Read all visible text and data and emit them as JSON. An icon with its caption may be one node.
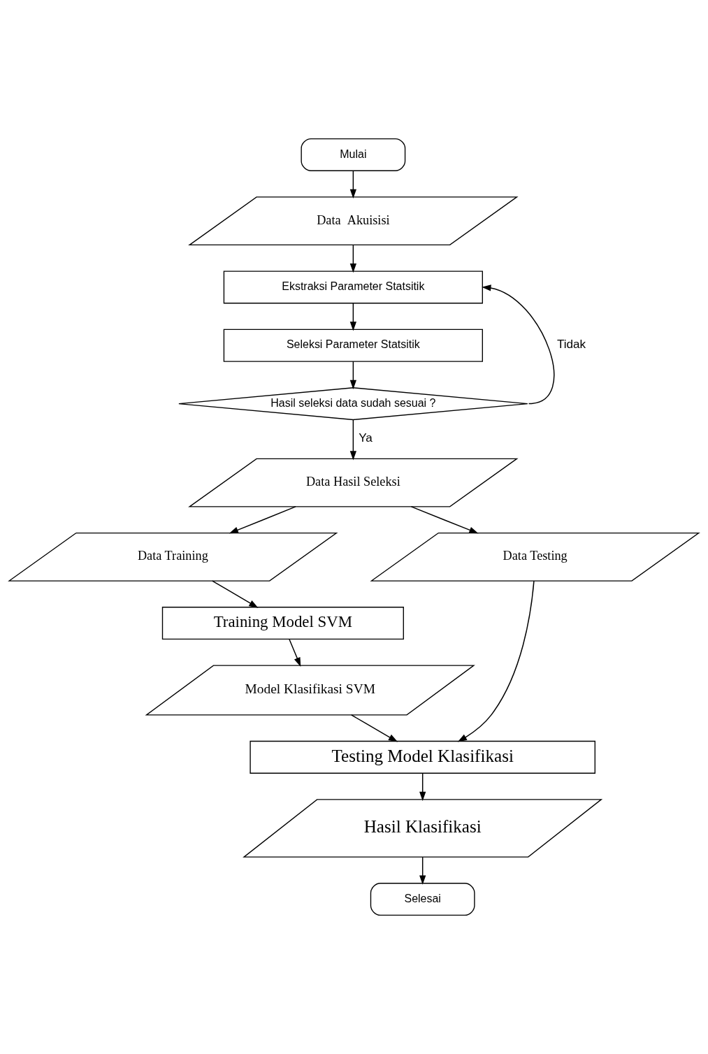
{
  "diagram": {
    "nodes": [
      {
        "text": [
          "Mulai"
        ]
      },
      {
        "text": [
          "Data  Akuisisi"
        ]
      },
      {
        "text": [
          "Ekstraksi Parameter Statsitik"
        ]
      },
      {
        "text": [
          "Seleksi Parameter Statsitik"
        ]
      },
      {
        "text": [
          "Hasil seleksi data sudah sesuai ?"
        ]
      },
      {
        "text": [
          "Data Hasil Seleksi"
        ]
      },
      {
        "text": [
          "Data Training"
        ]
      },
      {
        "text": [
          "Data Testing"
        ]
      },
      {
        "text": [
          "Training Model SVM"
        ]
      },
      {
        "text": [
          "Model Klasifikasi SVM"
        ]
      },
      {
        "text": [
          "Testing Model Klasifikasi"
        ]
      },
      {
        "text": [
          "Hasil Klasifikasi"
        ]
      },
      {
        "text": [
          "Selesai"
        ]
      }
    ],
    "edges": [
      {
        "from": 0,
        "to": 1,
        "arrow": "to"
      },
      {
        "from": 1,
        "to": 2,
        "arrow": "to"
      },
      {
        "from": 2,
        "to": 3,
        "arrow": "to"
      },
      {
        "from": 3,
        "to": 4,
        "arrow": "to"
      },
      {
        "from": 4,
        "to": 2,
        "arrow": "to",
        "label": "Tidak"
      },
      {
        "from": 4,
        "to": 5,
        "arrow": "to",
        "label": "Ya"
      },
      {
        "from": 5,
        "to": 6,
        "arrow": "to"
      },
      {
        "from": 5,
        "to": 7,
        "arrow": "to"
      },
      {
        "from": 6,
        "to": 8,
        "arrow": "to"
      },
      {
        "from": 8,
        "to": 9,
        "arrow": "to"
      },
      {
        "from": 9,
        "to": 10,
        "arrow": "to"
      },
      {
        "from": 7,
        "to": 10,
        "arrow": "to"
      },
      {
        "from": 10,
        "to": 11,
        "arrow": "to"
      },
      {
        "from": 11,
        "to": 12,
        "arrow": "to"
      }
    ]
  }
}
